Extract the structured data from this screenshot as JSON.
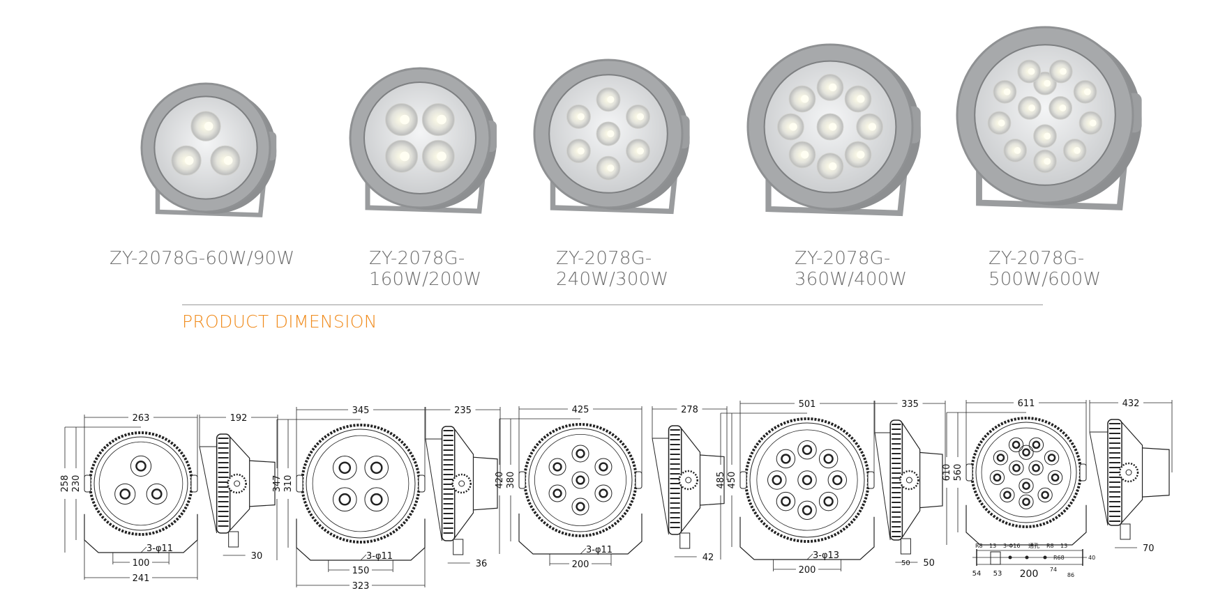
{
  "products": [
    {
      "model_line1": "ZY-2078G-60W/90W",
      "model_line2": "",
      "led_count": 3
    },
    {
      "model_line1": "ZY-2078G-",
      "model_line2": "160W/200W",
      "led_count": 4
    },
    {
      "model_line1": "ZY-2078G-",
      "model_line2": "240W/300W",
      "led_count": 7
    },
    {
      "model_line1": "ZY-2078G-",
      "model_line2": "360W/400W",
      "led_count": 9
    },
    {
      "model_line1": "ZY-2078G-",
      "model_line2": "500W/600W",
      "led_count": 13
    }
  ],
  "section_title": "PRODUCT DIMENSION",
  "colors": {
    "accent": "#f08a1a",
    "text": "#6e6e6e",
    "housing": "#a7a9ab",
    "line": "#222222"
  },
  "dimensions": [
    {
      "width": "263",
      "height_outer": "258",
      "height_inner": "230",
      "bracket_width": "241",
      "hole_spacing": "100",
      "holes": "3-φ11",
      "depth": "192",
      "foot": "30"
    },
    {
      "width": "345",
      "height_outer": "347",
      "height_inner": "310",
      "bracket_width": "323",
      "hole_spacing": "150",
      "holes": "3-φ11",
      "depth": "235",
      "foot": "36"
    },
    {
      "width": "425",
      "height_outer": "420",
      "height_inner": "380",
      "bracket_width": "",
      "hole_spacing": "200",
      "holes": "3-φ11",
      "depth": "278",
      "foot": "42"
    },
    {
      "width": "501",
      "height_outer": "485",
      "height_inner": "450",
      "bracket_width": "",
      "hole_spacing": "200",
      "holes": "3-φ13",
      "depth": "335",
      "foot": "50",
      "foot_inner": "50"
    },
    {
      "width": "611",
      "height_outer": "610",
      "height_inner": "560",
      "bracket_width": "",
      "hole_spacing": "",
      "holes": "",
      "depth": "432",
      "foot": "70"
    }
  ],
  "plan_view": {
    "holes": "3-Φ16",
    "hole_note": "通孔",
    "r1": "R8",
    "r2": "R8",
    "r3": "R68",
    "d13a": "13",
    "d13b": "13",
    "d40": "40",
    "d74": "74",
    "d54": "54",
    "d53": "53",
    "d200": "200",
    "d86": "86"
  }
}
